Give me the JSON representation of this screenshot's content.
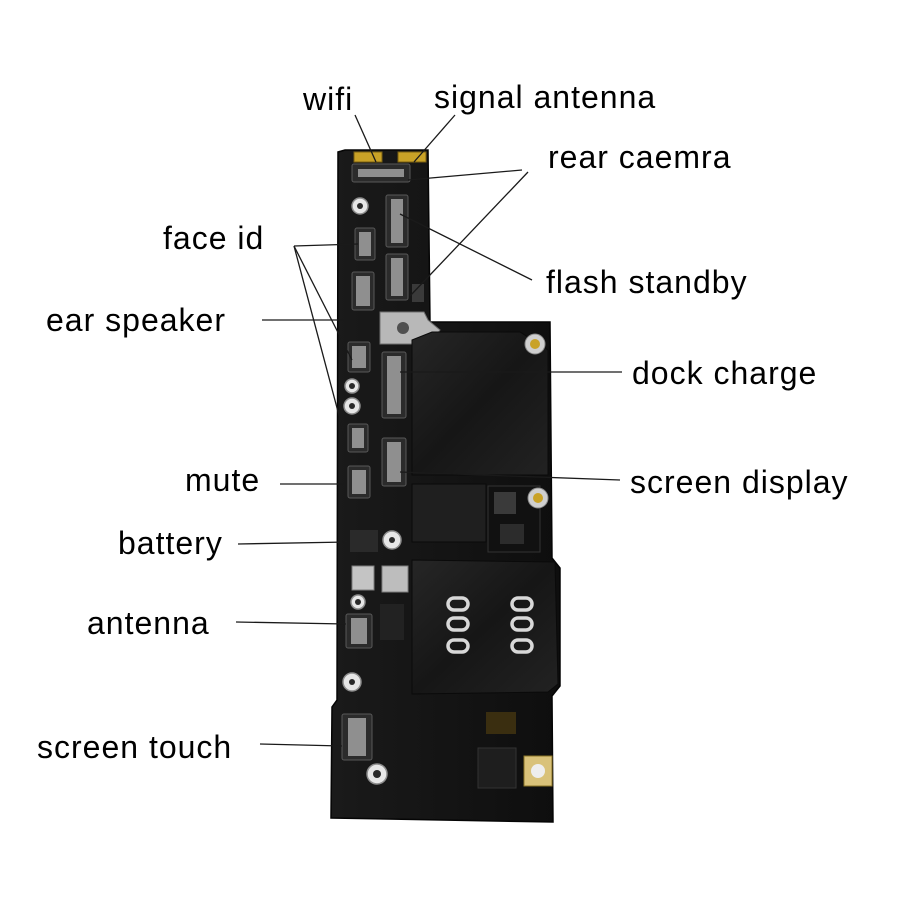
{
  "labels": {
    "wifi": "wifi",
    "signal_antenna": "signal antenna",
    "rear_camera": "rear caemra",
    "face_id": "face id",
    "flash_standby": "flash standby",
    "ear_speaker": "ear speaker",
    "dock_charge": "dock charge",
    "mute": "mute",
    "screen_display": "screen display",
    "battery": "battery",
    "antenna": "antenna",
    "screen_touch": "screen touch"
  },
  "colors": {
    "board": "#141414",
    "shield": "#1c1c1c",
    "gold": "#c9a227",
    "label_text": "#000000",
    "leader_line": "#1a1a1a"
  }
}
